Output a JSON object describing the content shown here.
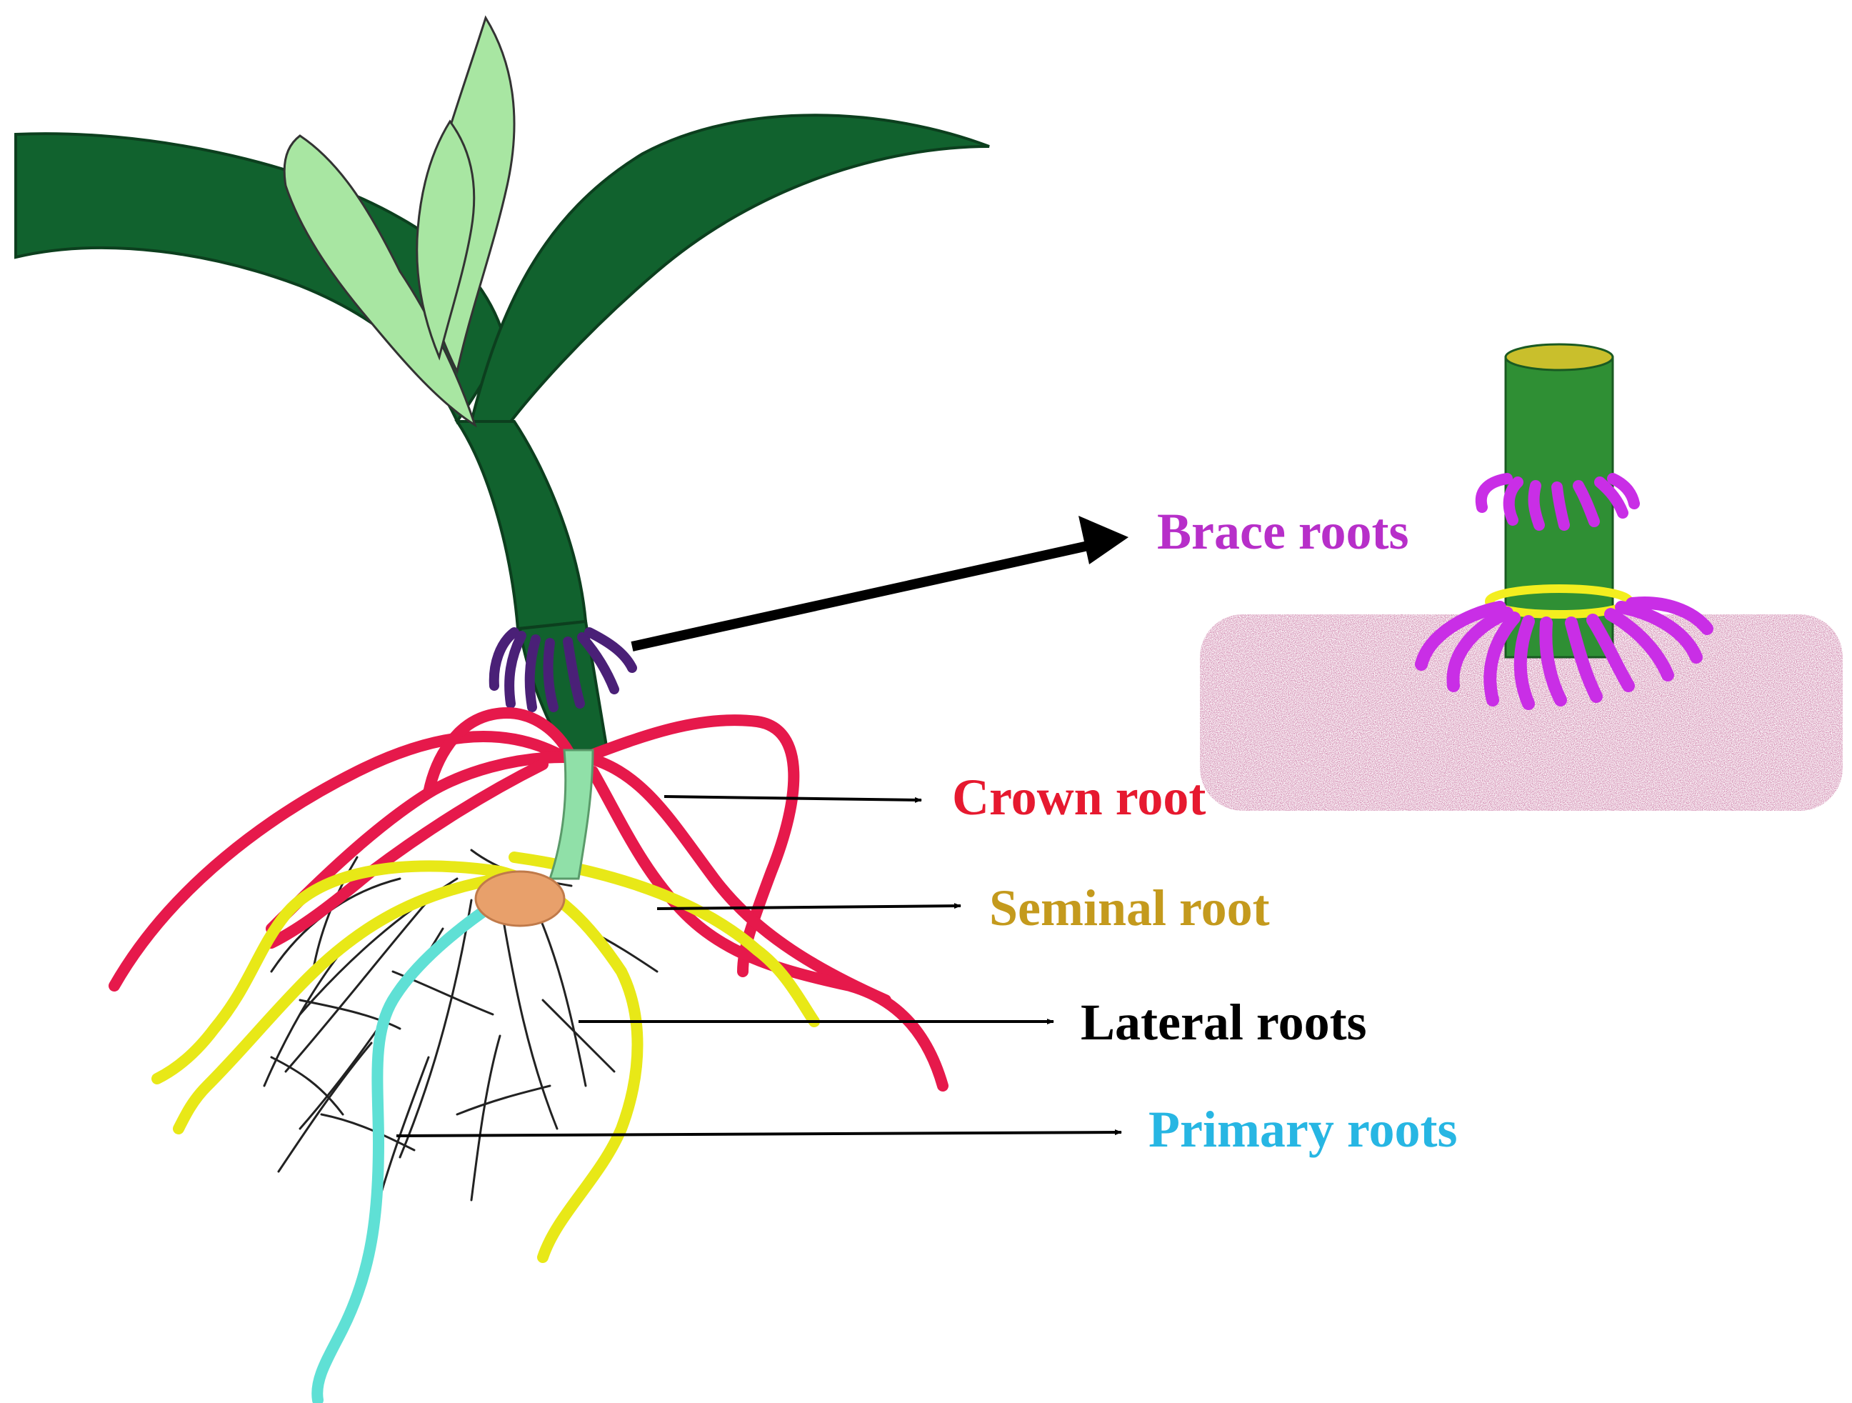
{
  "labels": {
    "brace": {
      "text": "Brace roots",
      "color": "#b72fc9"
    },
    "crown": {
      "text": "Crown root",
      "color": "#e6192f"
    },
    "seminal": {
      "text": "Seminal root",
      "color": "#c49a1d"
    },
    "lateral": {
      "text": "Lateral roots",
      "color": "#000000"
    },
    "primary": {
      "text": "Primary roots",
      "color": "#27b6e3"
    }
  },
  "colors": {
    "leaf_dark": "#11622e",
    "leaf_light": "#a8e6a2",
    "stem_detail": "#2f8f34",
    "brace_detail": "#c92ee6",
    "soil": "#9a3560",
    "crown": "#e6194b",
    "seminal": "#e8e817",
    "primary": "#5fe0d5",
    "brace_main": "#4a2077",
    "seed": "#e8a06b",
    "ring": "#f3ee1f",
    "stem_top": "#c9bf2c",
    "hypocotyl": "#90e0a8",
    "arrow": "#000000"
  }
}
